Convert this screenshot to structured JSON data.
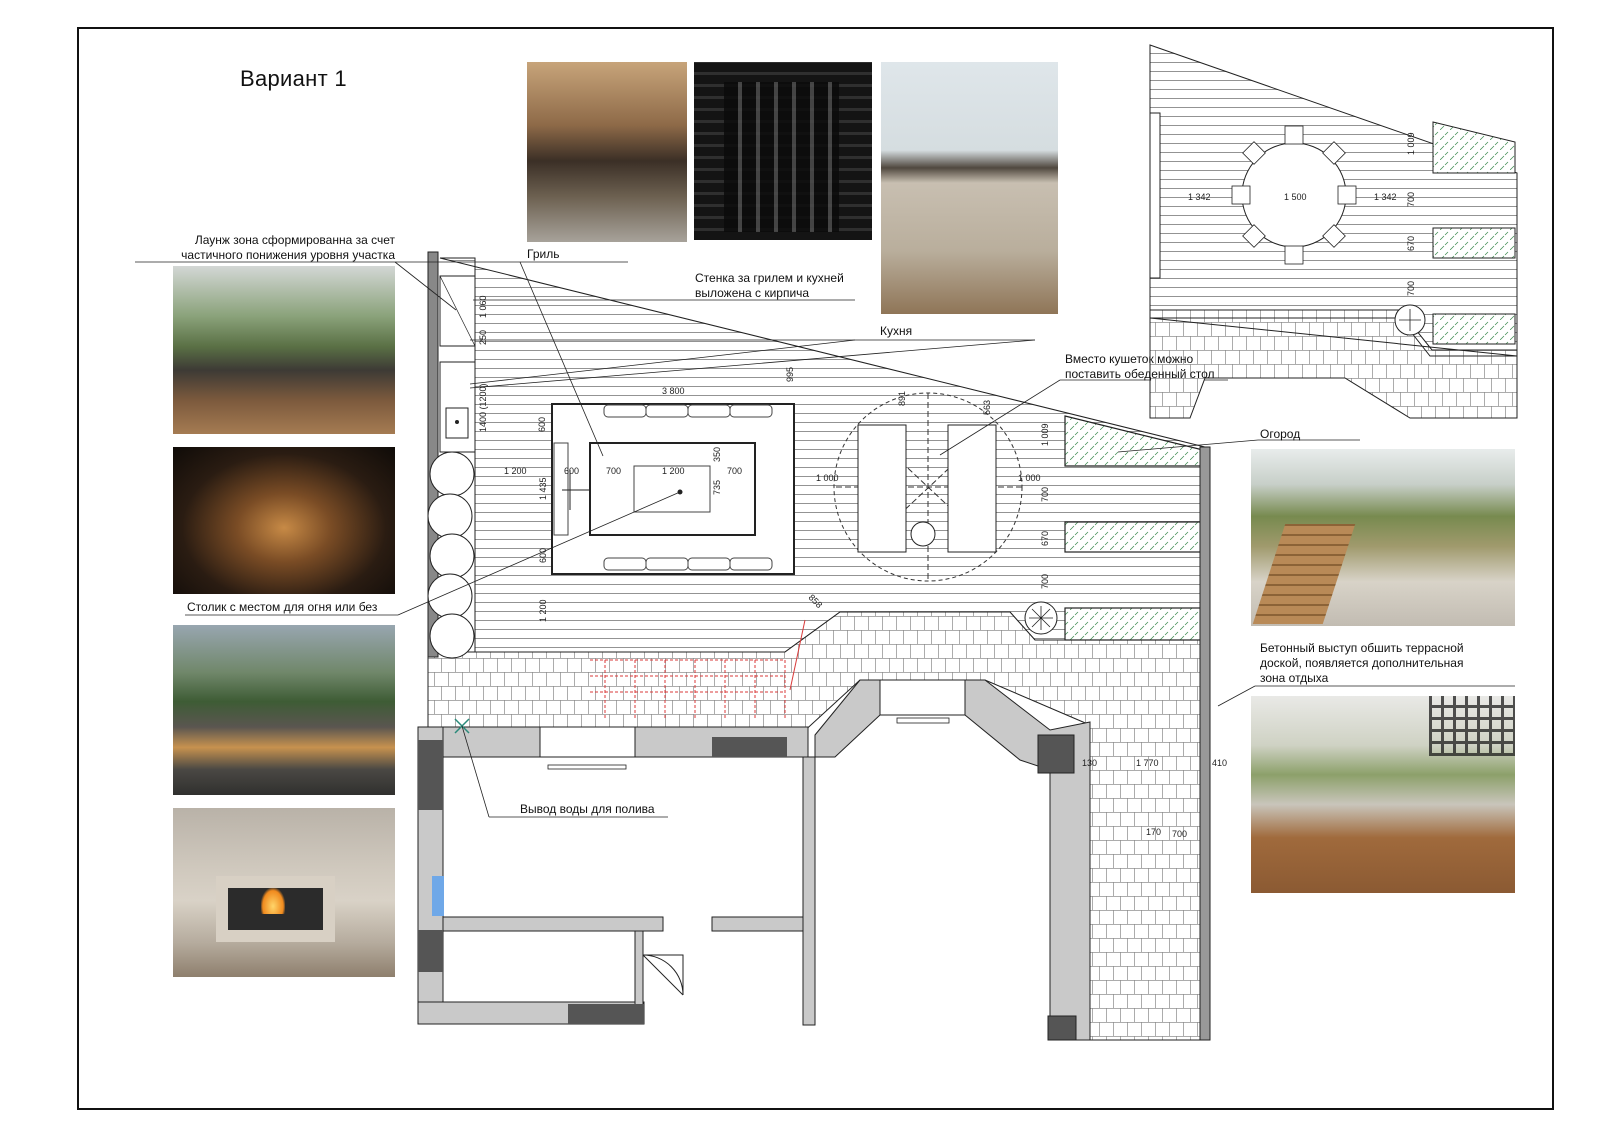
{
  "title": "Вариант 1",
  "labels": {
    "lounge": [
      "Лаунж зона сформированна за счет",
      "частичного понижения уровня участка"
    ],
    "grill": "Гриль",
    "wall": [
      "Стенка за грилем и кухней",
      "выложена с кирпича"
    ],
    "kitchen": "Кухня",
    "couches": [
      "Вместо кушеток можно",
      "поставить обеденный стол"
    ],
    "garden": "Огород",
    "table": "Столик с местом для огня или без",
    "concrete": [
      "Бетонный выступ обшить террасной",
      "доской, появляется дополнительная",
      "зона отдыха"
    ],
    "water": "Вывод воды для полива"
  },
  "dims": {
    "d1060": "1 060",
    "d250": "250",
    "d1400": "1400 (1200)",
    "d600a": "600",
    "d600b": "600",
    "d1200a": "1 200",
    "d1200b": "1 200",
    "d600c": "600",
    "d1435": "1 435",
    "d3800": "3 800",
    "d995": "995",
    "d700a": "700",
    "d1200c": "1 200",
    "d700b": "700",
    "d350": "350",
    "d735": "735",
    "d891": "891",
    "d563": "563",
    "d1000a": "1 000",
    "d1000b": "1 000",
    "d1009a": "1 009",
    "d700c": "700",
    "d670a": "670",
    "d700d": "700",
    "d858": "858",
    "d130": "130",
    "d1770": "1 770",
    "d410": "410",
    "d170": "170",
    "d700e": "700",
    "d1342a": "1 342",
    "d1500": "1 500",
    "d1342b": "1 342",
    "d1009b": "1 009",
    "d700f": "700",
    "d670b": "670",
    "d700g": "700"
  },
  "photos": [
    "photo-grill",
    "photo-brick-wall",
    "photo-outdoor-kitchen",
    "photo-sunken-lounge",
    "photo-lit-firepit-lounge",
    "photo-people-fire-table",
    "photo-gas-firepit",
    "photo-raised-planter",
    "photo-concrete-bench"
  ],
  "colors": {
    "line": "#222222",
    "wall_gray": "#bfbfbf",
    "wall_dark": "#555555",
    "red_steps": "#d83a3a",
    "plant_green": "#3c8a4e",
    "water_blue": "#6fa8e8"
  }
}
